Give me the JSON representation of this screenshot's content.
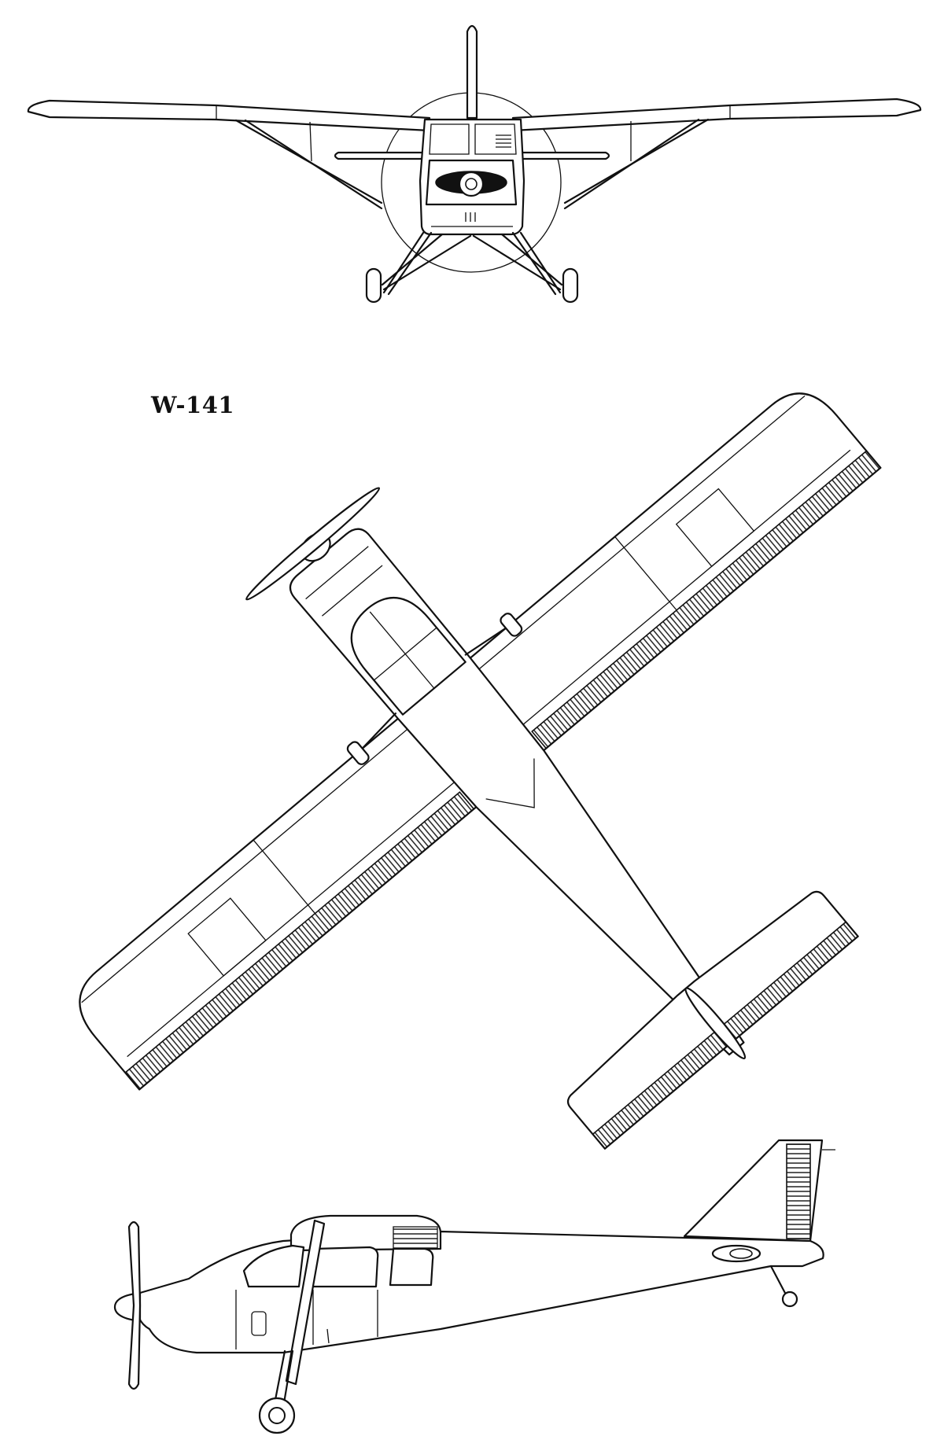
{
  "drawing": {
    "model_label": "W-141",
    "views": [
      "front-view",
      "top-view",
      "side-view"
    ],
    "colors": {
      "ink": "#111111",
      "paper": "#ffffff"
    }
  }
}
